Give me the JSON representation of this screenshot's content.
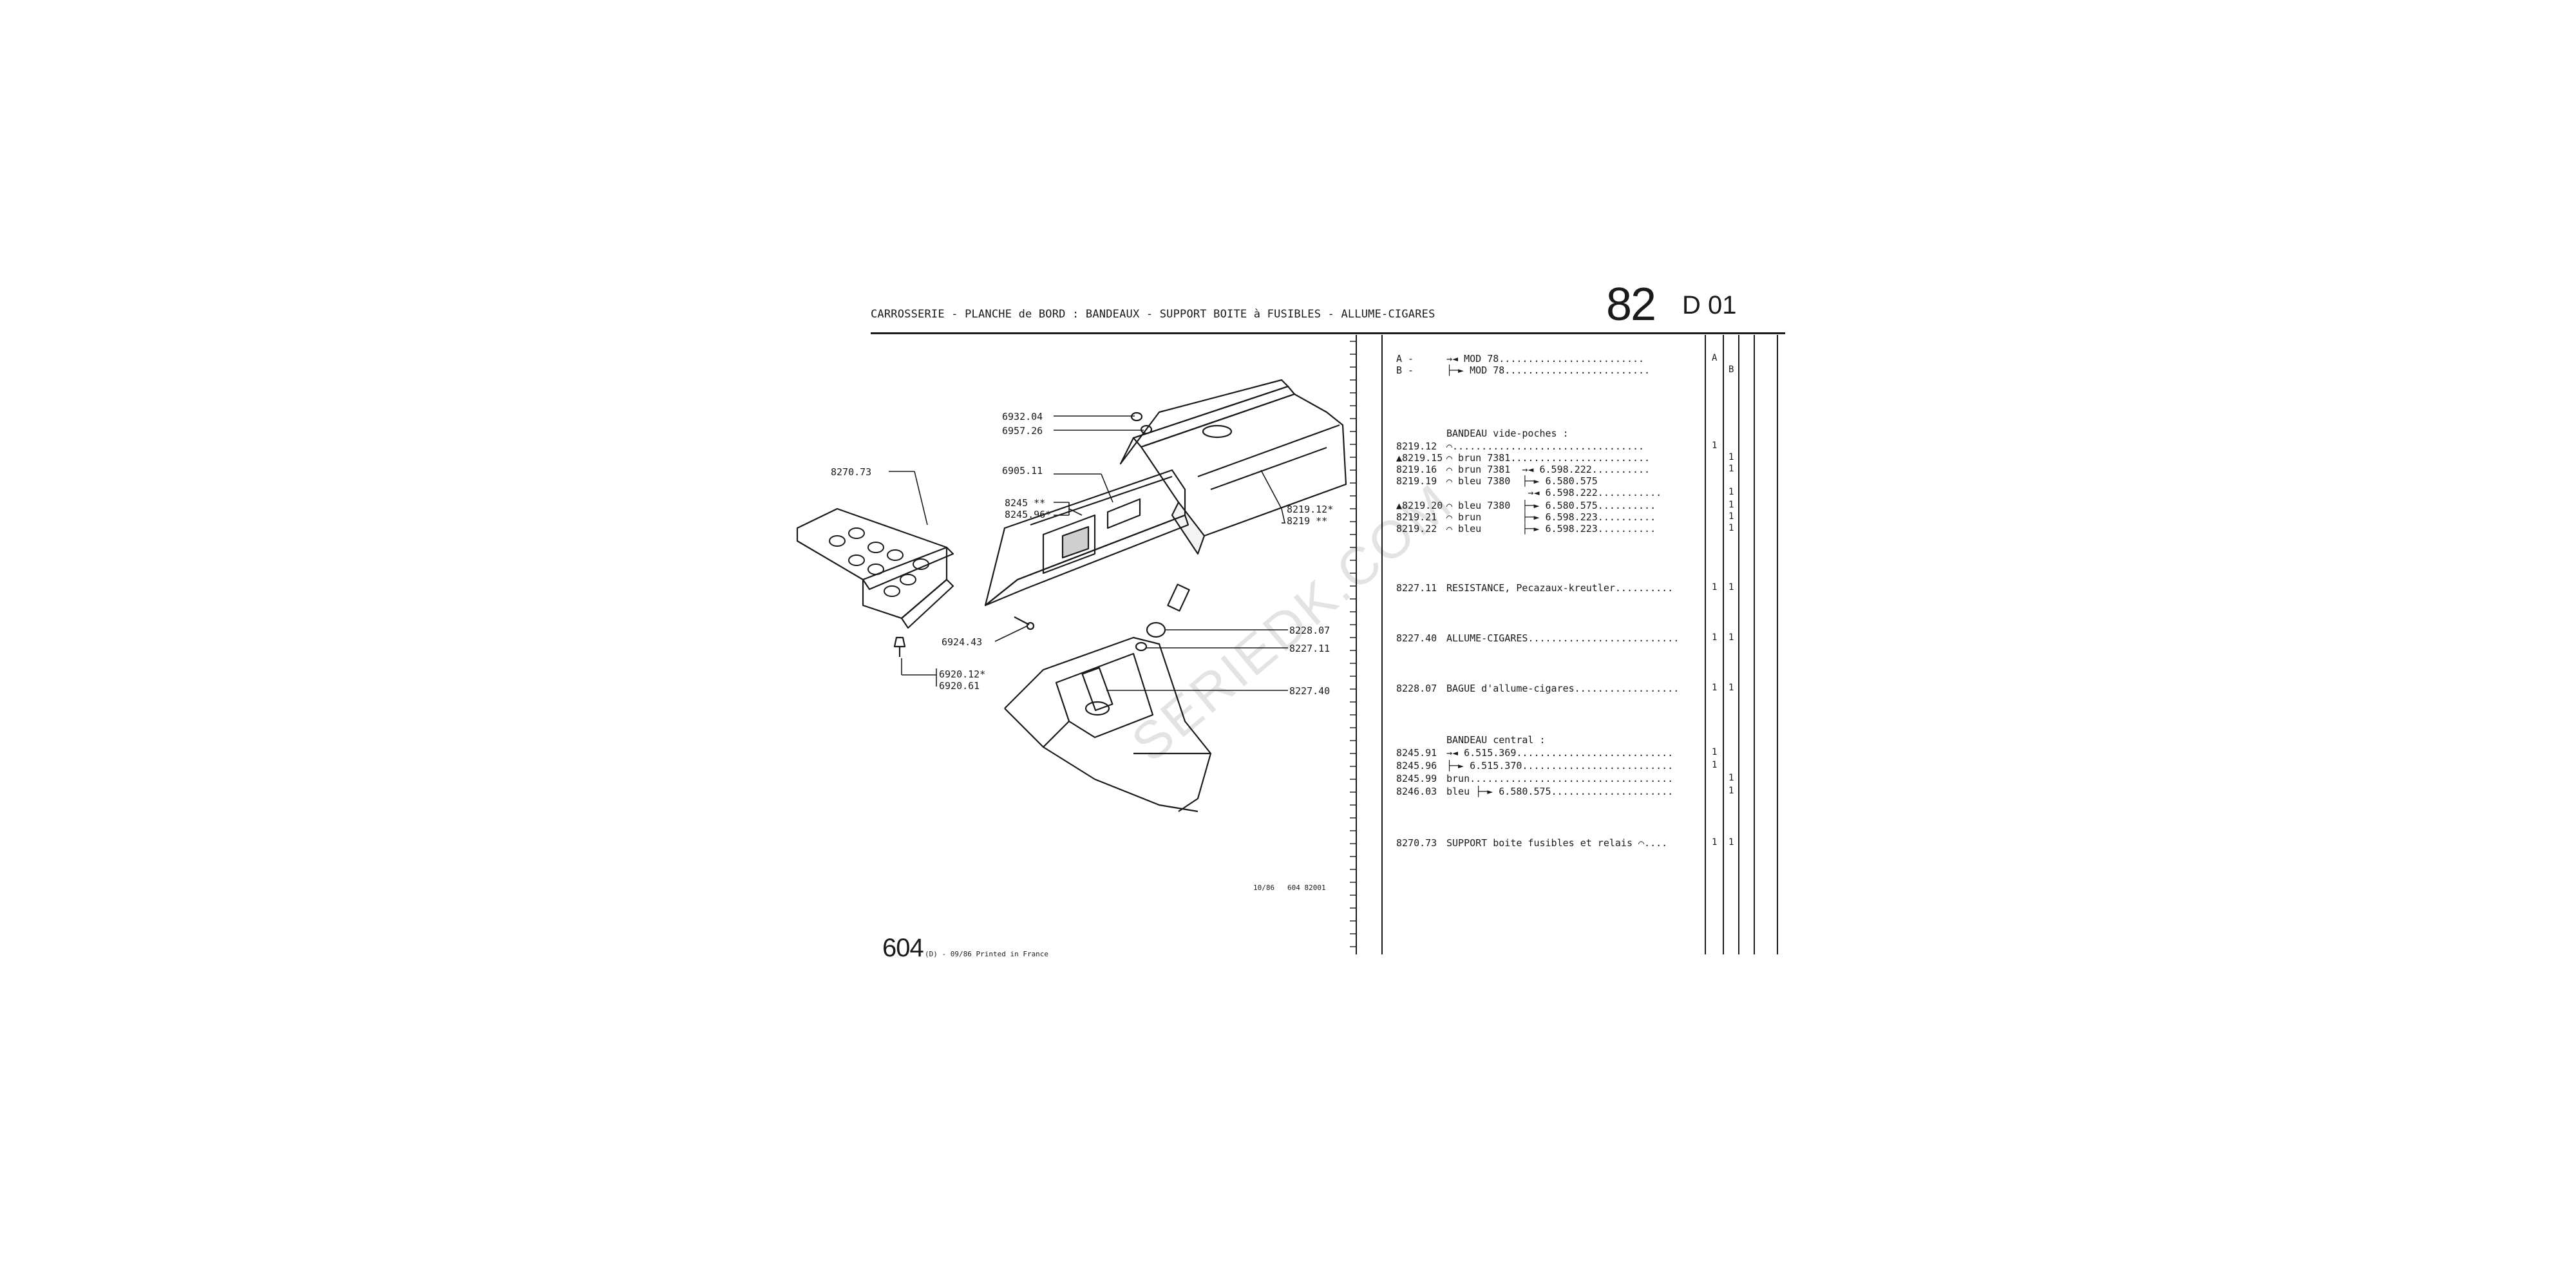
{
  "header": {
    "title": "CARROSSERIE - PLANCHE de BORD : BANDEAUX - SUPPORT BOITE à FUSIBLES - ALLUME-CIGARES",
    "page_main": "82",
    "page_sub": "D 01"
  },
  "watermark": "SERIEDK.COM",
  "diagram": {
    "callouts": [
      {
        "id": "6932",
        "text": "6932.04"
      },
      {
        "id": "6957",
        "text": "6957.26"
      },
      {
        "id": "8270",
        "text": "8270.73"
      },
      {
        "id": "6905",
        "text": "6905.11"
      },
      {
        "id": "8245",
        "text": "8245 **"
      },
      {
        "id": "824596",
        "text": "8245.96*"
      },
      {
        "id": "821912",
        "text": "8219.12*"
      },
      {
        "id": "8219",
        "text": "8219 **"
      },
      {
        "id": "822807",
        "text": "8228.07"
      },
      {
        "id": "822711",
        "text": "8227.11"
      },
      {
        "id": "692443",
        "text": "6924.43"
      },
      {
        "id": "822740",
        "text": "8227.40"
      },
      {
        "id": "692012",
        "text": "6920.12*"
      },
      {
        "id": "692061",
        "text": "6920.61"
      }
    ],
    "figure_ref": "10/86   604 82001"
  },
  "parts": [
    {
      "ref": "A -",
      "desc": "→◄ MOD 78.........................",
      "q1": "A",
      "q2": ""
    },
    {
      "ref": "B -",
      "desc": "├─► MOD 78.........................",
      "q1": "",
      "q2": "B"
    },
    {
      "ref": "",
      "desc": "BANDEAU vide-poches :",
      "q1": "",
      "q2": ""
    },
    {
      "ref": "8219.12",
      "desc": "⌒.................................",
      "q1": "1",
      "q2": ""
    },
    {
      "ref": "▲8219.15",
      "desc": "⌒ brun 7381........................",
      "q1": "",
      "q2": "1"
    },
    {
      "ref": "8219.16",
      "desc": "⌒ brun 7381  →◄ 6.598.222..........",
      "q1": "",
      "q2": "1"
    },
    {
      "ref": "8219.19",
      "desc": "⌒ bleu 7380  ├─► 6.580.575",
      "q1": "",
      "q2": ""
    },
    {
      "ref": "",
      "desc": "              →◄ 6.598.222...........",
      "q1": "",
      "q2": "1"
    },
    {
      "ref": "▲8219.20",
      "desc": "⌒ bleu 7380  ├─► 6.580.575..........",
      "q1": "",
      "q2": "1"
    },
    {
      "ref": "8219.21",
      "desc": "⌒ brun       ├─► 6.598.223..........",
      "q1": "",
      "q2": "1"
    },
    {
      "ref": "8219.22",
      "desc": "⌒ bleu       ├─► 6.598.223..........",
      "q1": "",
      "q2": "1"
    },
    {
      "ref": "8227.11",
      "desc": "RESISTANCE, Pecazaux-kreutler..........",
      "q1": "1",
      "q2": "1"
    },
    {
      "ref": "8227.40",
      "desc": "ALLUME-CIGARES..........................",
      "q1": "1",
      "q2": "1"
    },
    {
      "ref": "8228.07",
      "desc": "BAGUE d'allume-cigares..................",
      "q1": "1",
      "q2": "1"
    },
    {
      "ref": "",
      "desc": "BANDEAU central :",
      "q1": "",
      "q2": ""
    },
    {
      "ref": "8245.91",
      "desc": "→◄ 6.515.369...........................",
      "q1": "1",
      "q2": ""
    },
    {
      "ref": "8245.96",
      "desc": "├─► 6.515.370..........................",
      "q1": "1",
      "q2": ""
    },
    {
      "ref": "8245.99",
      "desc": "brun...................................",
      "q1": "",
      "q2": "1"
    },
    {
      "ref": "8246.03",
      "desc": "bleu ├─► 6.580.575.....................",
      "q1": "",
      "q2": "1"
    },
    {
      "ref": "8270.73",
      "desc": "SUPPORT boite fusibles et relais ⌒....",
      "q1": "1",
      "q2": "1"
    }
  ],
  "footer": {
    "page_num": "604",
    "note": "(D) - 09/86 Printed in France"
  }
}
